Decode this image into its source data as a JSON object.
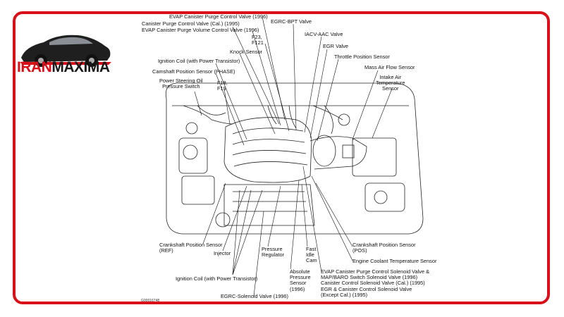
{
  "brand": {
    "part1": "IRAN",
    "part2": "MAXIMA"
  },
  "labels": {
    "evap_purge_1996": "EVAP Canister Purge Control Valve (1996)",
    "canister_purge_1995": "Canister Purge Control Valve (Cal.) (1995)",
    "evap_volume_1996": "EVAP Canister Purge Volume Control Valve (1996)",
    "egrc_bpt": "EGRC-BPT Valve",
    "iacv_aac": "IACV-AAC Valve",
    "f23_f121": "F23,\nF121",
    "egr_valve": "EGR Valve",
    "knock_sensor": "Knock Sensor",
    "throttle_sensor": "Throttle Position Sensor",
    "ignition_coil_top": "Ignition Coil (with Power Transistor)",
    "mass_air_flow": "Mass Air Flow Sensor",
    "camshaft_sensor": "Camshaft Position Sensor (PHASE)",
    "intake_air_temp": "Intake Air\nTemperature\nSensor",
    "ps_oil_switch": "Power Steering Oil\nPressure Switch",
    "f18_f19": "F18,\nF19",
    "crankshaft_ref": "Crankshaft Position Sensor\n(REF)",
    "injector": "Injector",
    "pressure_regulator": "Pressure\nRegulator",
    "fast_idle_cam": "Fast\nIdle\nCam",
    "crankshaft_pos": "Crankshaft Position Sensor\n(POS)",
    "coolant_temp": "Engine Coolant Temperature Sensor",
    "abs_pressure": "Absolute\nPressure\nSensor\n(1996)",
    "evap_map_group": "EVAP Canister Purge Control Solenoid Valve &\nMAP/BARO Switch Solenoid Valve (1996)\nCanister Control Solenoid Valve (Cal.) (1995)\nEGR & Canister Control Solenoid Valve\n(Except Cal.) (1995)",
    "ignition_coil_bottom": "Ignition Coil (with Power Transistor)",
    "egrc_solenoid": "EGRC-Solenoid Valve (1996)"
  },
  "figure_code": "G00016748",
  "colors": {
    "accent": "#d8101a",
    "ink": "#111111"
  }
}
